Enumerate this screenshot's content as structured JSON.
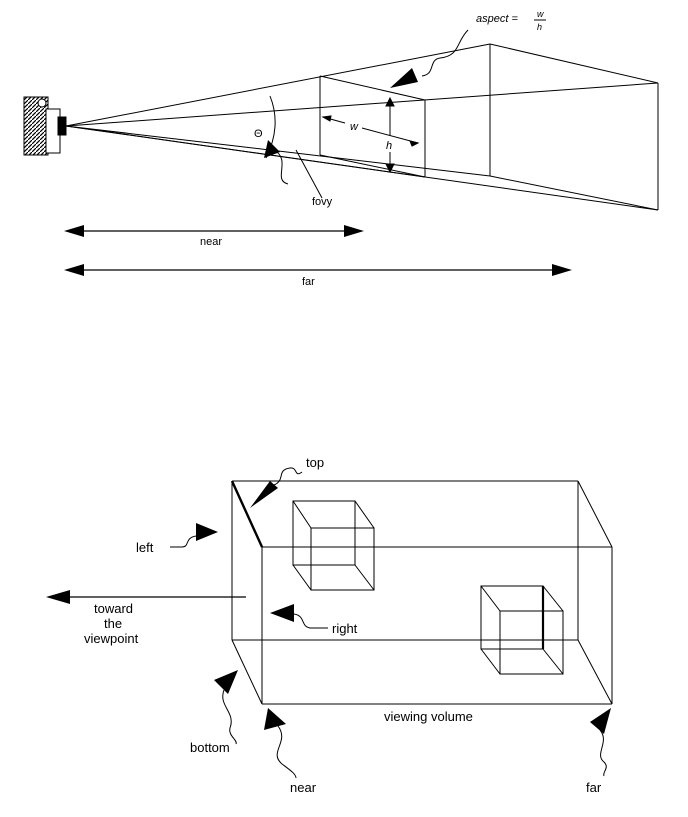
{
  "perspective": {
    "aspect_label": "aspect =",
    "aspect_num": "w",
    "aspect_den": "h",
    "w_label": "w",
    "h_label": "h",
    "theta_label": "Θ",
    "fovy_label": "fovy",
    "near_label": "near",
    "far_label": "far"
  },
  "ortho": {
    "top_label": "top",
    "left_label": "left",
    "right_label": "right",
    "toward_line1": "toward",
    "toward_line2": "the",
    "toward_line3": "viewpoint",
    "viewing_volume_label": "viewing volume",
    "bottom_label": "bottom",
    "near_label": "near",
    "far_label": "far"
  },
  "colors": {
    "ink": "#000000",
    "background": "#ffffff"
  }
}
